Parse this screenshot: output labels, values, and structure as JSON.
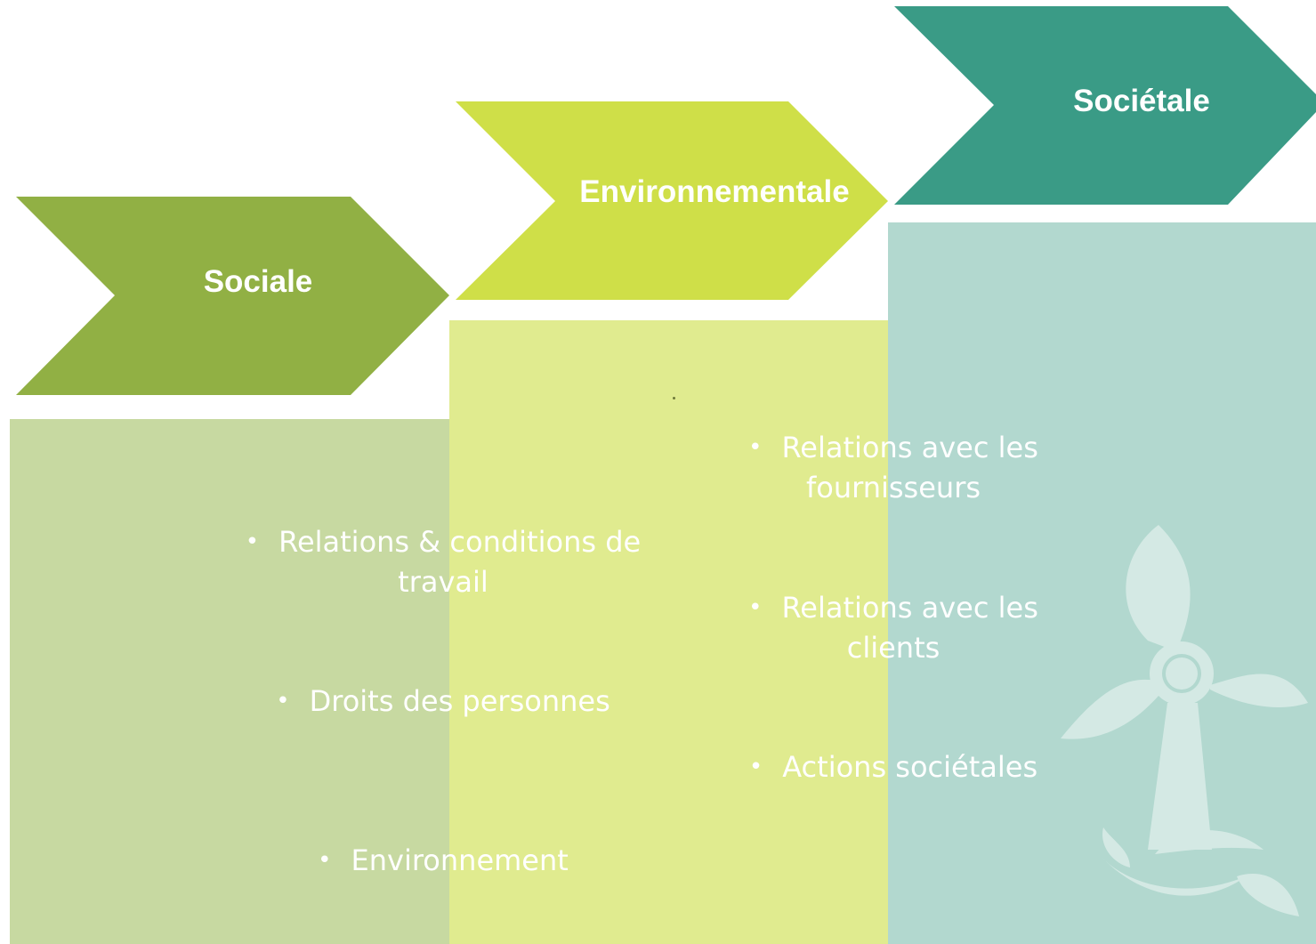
{
  "colors": {
    "sociale_arrow": "#91b044",
    "environnementale_arrow": "#cfdf48",
    "societale_arrow": "#3a9b86",
    "sociale_panel": "#c7d9a1",
    "environnementale_panel": "#e0eb8f",
    "societale_panel": "#b2d8cf",
    "text": "#ffffff"
  },
  "steps": [
    {
      "title": "Sociale",
      "items": [
        "Relations & conditions de",
        "travail",
        "Droits des personnes",
        "Environnement"
      ]
    },
    {
      "title": "Environnementale",
      "items": []
    },
    {
      "title": "Sociétale",
      "items": [
        "Relations avec les",
        "fournisseurs",
        "Relations avec les",
        "clients",
        "Actions sociétales"
      ]
    }
  ],
  "bullet_glyph": "•",
  "decoration": {
    "icon": "wind-turbine-leaf-icon"
  }
}
